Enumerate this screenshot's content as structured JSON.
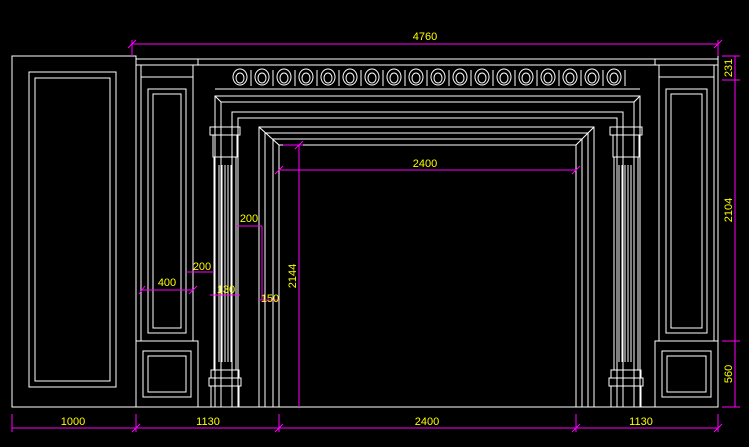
{
  "colors": {
    "background": "#000000",
    "lines": "#ffffff",
    "dimension_lines": "#ff00ff",
    "dimension_text": "#ffff00"
  },
  "drawing": {
    "view": "elevation-wall-with-fireplace-style-opening",
    "dimensions": {
      "total_width": "4760",
      "cornice_height": "231",
      "pilaster_height": "2104",
      "base_height": "560",
      "opening_width": "2400",
      "opening_height": "2144",
      "column_width": "200",
      "trim_200_small": "200",
      "panel_width": "400",
      "trim_130": "130",
      "trim_150": "150",
      "bottom_left": "1000",
      "bottom_mid_left": "1130",
      "bottom_center": "2400",
      "bottom_mid_right": "1130"
    }
  }
}
